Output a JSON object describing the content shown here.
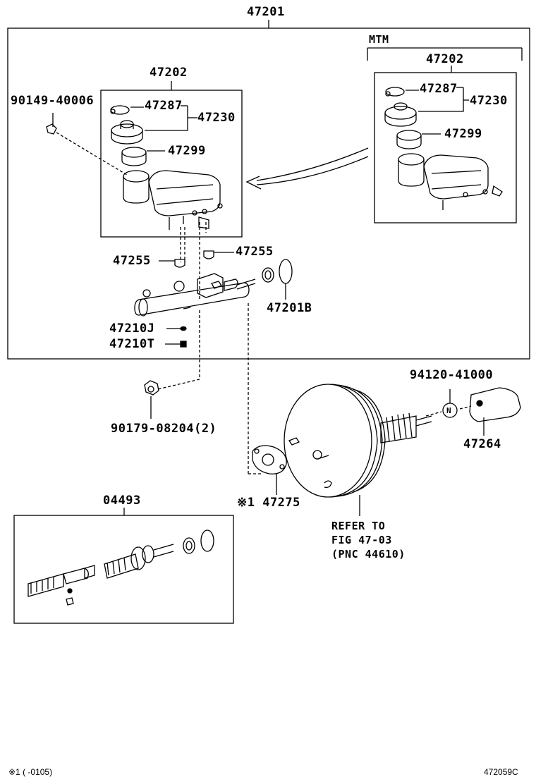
{
  "labels": {
    "p47201": "47201",
    "mtm": "MTM",
    "p47202_left": "47202",
    "p47202_right": "47202",
    "p90149": "90149-40006",
    "p47287_left": "47287",
    "p47230_left": "47230",
    "p47299_left": "47299",
    "p47287_right": "47287",
    "p47230_right": "47230",
    "p47299_right": "47299",
    "p47255_left": "47255",
    "p47255_right": "47255",
    "p47201b": "47201B",
    "p47210j": "47210J",
    "p47210t": "47210T",
    "p94120": "94120-41000",
    "n_symbol": "N",
    "p47264": "47264",
    "p90179": "90179-08204(2)",
    "p47275": "※1 47275",
    "refer1": "REFER TO",
    "refer2": "FIG 47-03",
    "refer3": "(PNC 44610)",
    "p04493": "04493"
  },
  "footer": {
    "note": "※1 (     -0105)",
    "code": "472059C"
  }
}
